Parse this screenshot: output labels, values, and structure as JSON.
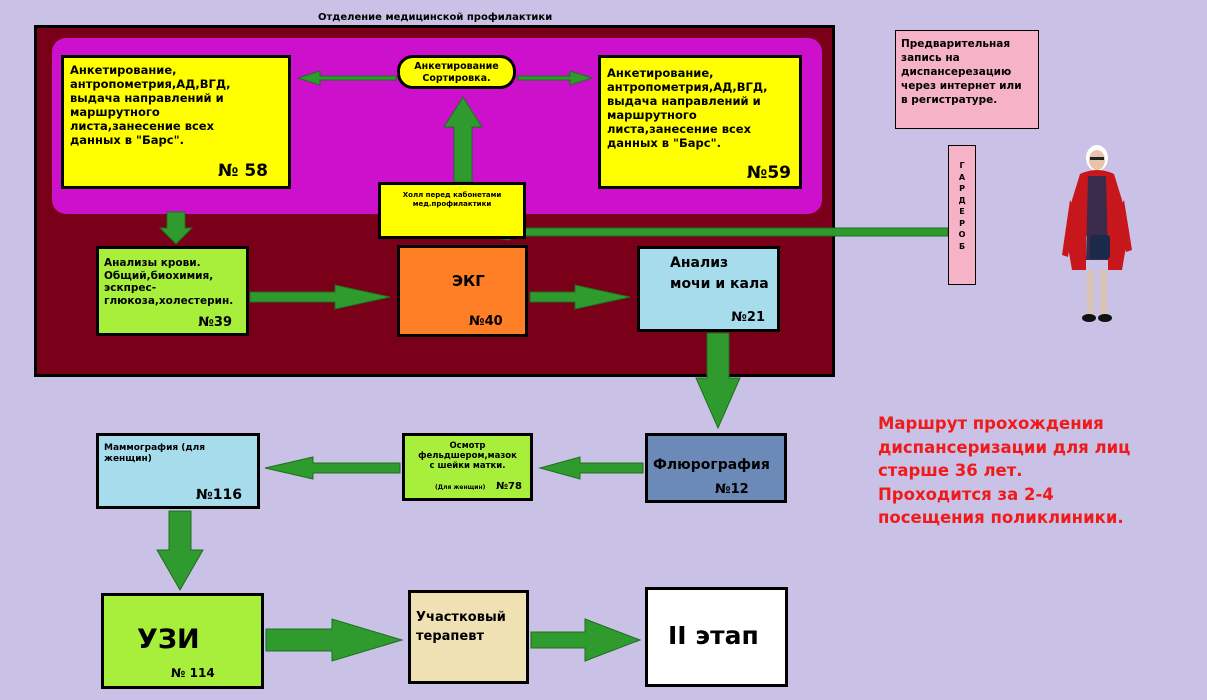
{
  "title": "Отделение медицинской профилактики",
  "colors": {
    "background": "#c9c2e6",
    "department": "#7a0019",
    "hall_area": "#cc10cc",
    "yellow": "#ffff00",
    "green_box": "#a8ef3c",
    "orange": "#ff7f27",
    "light_blue": "#a6dcec",
    "steel_blue": "#6c8ab8",
    "pink": "#f6b3c8",
    "beige": "#efe1b4",
    "arrow": "#2f9b2f",
    "route_text": "#ef1b1b"
  },
  "boxes": {
    "survey_sort": "Анкетирование\nСортировка.",
    "room58": {
      "text": "Анкетирование,\nантропометрия,АД,ВГД,\nвыдача направлений и\nмаршрутного\nлиста,занесение всех\nданных в \"Барс\".",
      "num": "№ 58"
    },
    "room59": {
      "text": "Анкетирование,\nантропометрия,АД,ВГД,\nвыдача направлений и\nмаршрутного\nлиста,занесение всех\nданных в \"Барс\".",
      "num": "№59"
    },
    "hall": "Холл перед кабонетами\nмед.профилактики",
    "blood": {
      "text": "Анализы крови.\nОбщий,биохимия,\nэскпрес-\nглюкоза,холестерин.",
      "num": "№39"
    },
    "ecg": {
      "text": "ЭКГ",
      "num": "№40"
    },
    "urine": {
      "text": "Анализ\nмочи и кала",
      "num": "№21"
    },
    "fluoro": {
      "text": "Флюрография",
      "num": "№12"
    },
    "exam": {
      "text": "Осмотр\nфельдшером,мазок\nс шейки матки.",
      "note": "(Для женщин)",
      "num": "№78"
    },
    "mammo": {
      "text": "Маммография (для\nженщин)",
      "num": "№116"
    },
    "uzi": {
      "text": "УЗИ",
      "num": "№ 114"
    },
    "therapist": "Участковый\nтерапевт",
    "stage2": "II этап",
    "prereg": "Предварительная\nзапись на\nдиспансерезацию\nчерез интернет или\nв регистратуре.",
    "wardrobe": "Г\nА\nР\nД\nЕ\nР\nО\nБ"
  },
  "route_text": "Маршрут прохождения\nдиспансеризации для лиц\nстарше 36 лет.\nПроходится за 2-4\nпосещения поликлиники."
}
